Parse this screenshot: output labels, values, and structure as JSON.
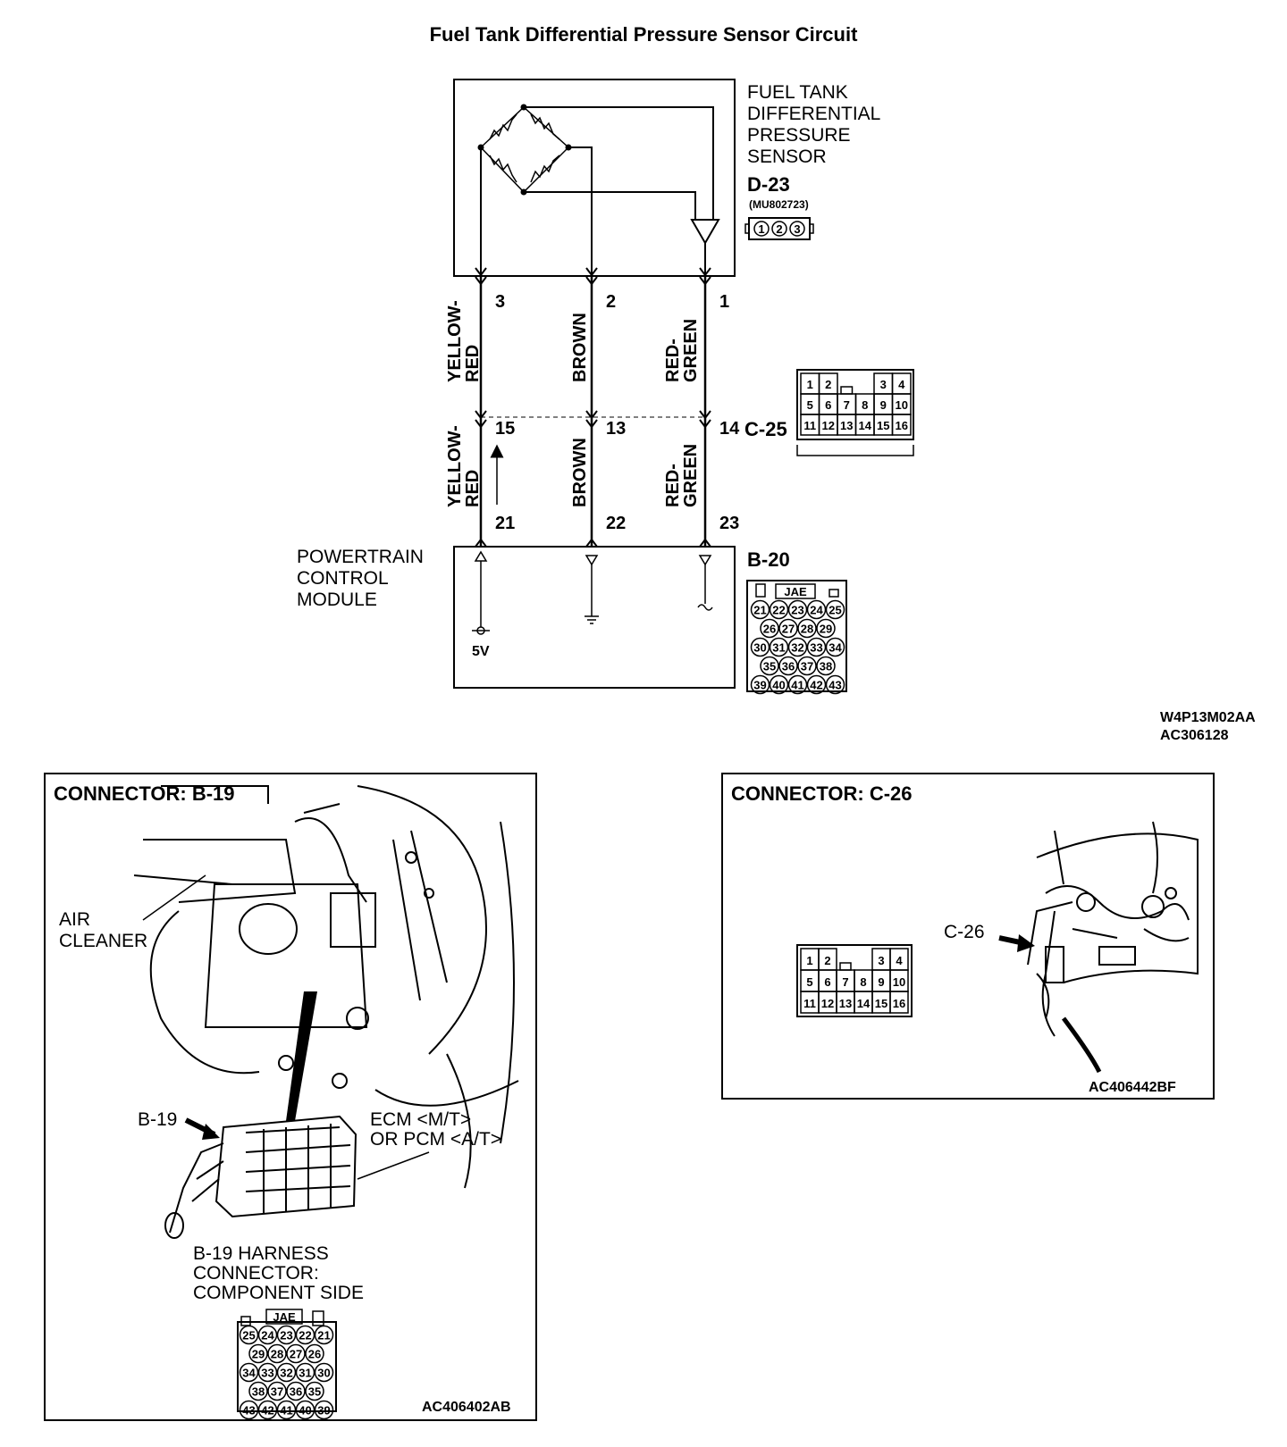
{
  "title": "Fuel Tank Differential Pressure Sensor Circuit",
  "sensor": {
    "name_lines": [
      "FUEL TANK",
      "DIFFERENTIAL",
      "PRESSURE",
      "SENSOR"
    ],
    "connector_id": "D-23",
    "part_number": "(MU802723)",
    "pins": [
      "1",
      "2",
      "3"
    ]
  },
  "wires_upper": {
    "pins": [
      "3",
      "2",
      "1"
    ],
    "colors": [
      [
        "YELLOW-",
        "RED"
      ],
      [
        "BROWN"
      ],
      [
        "RED-",
        "GREEN"
      ]
    ]
  },
  "wires_middle": {
    "pins": [
      "15",
      "13",
      "14"
    ],
    "colors": [
      [
        "YELLOW-",
        "RED"
      ],
      [
        "BROWN"
      ],
      [
        "RED-",
        "GREEN"
      ]
    ]
  },
  "wires_lower": {
    "pins": [
      "21",
      "22",
      "23"
    ]
  },
  "c25": {
    "label": "C-25",
    "rows": [
      [
        "1",
        "2",
        "",
        "3",
        "4"
      ],
      [
        "5",
        "6",
        "7",
        "8",
        "9",
        "10"
      ],
      [
        "11",
        "12",
        "13",
        "14",
        "15",
        "16"
      ]
    ]
  },
  "pcm": {
    "name_lines": [
      "POWERTRAIN",
      "CONTROL",
      "MODULE"
    ],
    "voltage": "5V",
    "connector_id": "B-20",
    "jae": "JAE",
    "rows": [
      [
        "21",
        "22",
        "23",
        "24",
        "25"
      ],
      [
        "26",
        "27",
        "28",
        "29"
      ],
      [
        "30",
        "31",
        "32",
        "33",
        "34"
      ],
      [
        "35",
        "36",
        "37",
        "38"
      ],
      [
        "39",
        "40",
        "41",
        "42",
        "43"
      ]
    ]
  },
  "diagram_codes": [
    "W4P13M02AA",
    "AC306128"
  ],
  "panel_b19": {
    "heading": "CONNECTOR: B-19",
    "air_cleaner": [
      "AIR",
      "CLEANER"
    ],
    "pointer": "B-19",
    "ecm_lines": [
      "ECM <M/T>",
      "OR PCM <A/T>"
    ],
    "harness_lines": [
      "B-19 HARNESS",
      "CONNECTOR:",
      "COMPONENT SIDE"
    ],
    "jae": "JAE",
    "rows": [
      [
        "25",
        "24",
        "23",
        "22",
        "21"
      ],
      [
        "29",
        "28",
        "27",
        "26"
      ],
      [
        "34",
        "33",
        "32",
        "31",
        "30"
      ],
      [
        "38",
        "37",
        "36",
        "35"
      ],
      [
        "43",
        "42",
        "41",
        "40",
        "39"
      ]
    ],
    "code": "AC406402AB"
  },
  "panel_c26": {
    "heading": "CONNECTOR: C-26",
    "pointer": "C-26",
    "rows": [
      [
        "1",
        "2",
        "",
        "3",
        "4"
      ],
      [
        "5",
        "6",
        "7",
        "8",
        "9",
        "10"
      ],
      [
        "11",
        "12",
        "13",
        "14",
        "15",
        "16"
      ]
    ],
    "code": "AC406442BF"
  }
}
